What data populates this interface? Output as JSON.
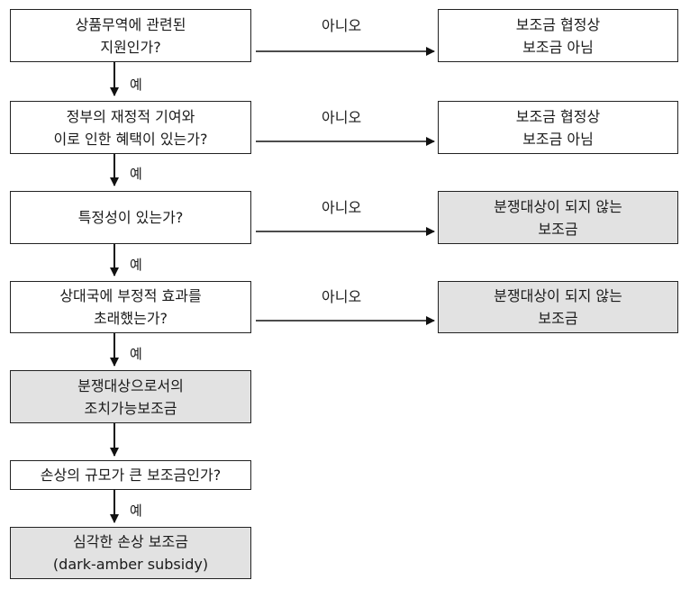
{
  "nodes": {
    "q1": {
      "line1": "상품무역에 관련된",
      "line2": "지원인가?"
    },
    "q2": {
      "line1": "정부의 재정적 기여와",
      "line2": "이로 인한 혜택이 있는가?"
    },
    "q3": {
      "line1": "특정성이 있는가?"
    },
    "q4": {
      "line1": "상대국에 부정적 효과를",
      "line2": "초래했는가?"
    },
    "r5": {
      "line1": "분쟁대상으로서의",
      "line2": "조치가능보조금"
    },
    "q6": {
      "line1": "손상의 규모가 큰 보조금인가?"
    },
    "r7": {
      "line1": "심각한 손상 보조금",
      "line2": "(dark-amber subsidy)"
    },
    "n1": {
      "line1": "보조금 협정상",
      "line2": "보조금 아님"
    },
    "n2": {
      "line1": "보조금 협정상",
      "line2": "보조금 아님"
    },
    "n3": {
      "line1": "분쟁대상이 되지 않는",
      "line2": "보조금"
    },
    "n4": {
      "line1": "분쟁대상이 되지 않는",
      "line2": "보조금"
    }
  },
  "edge_labels": {
    "yes": "예",
    "no": "아니오"
  }
}
